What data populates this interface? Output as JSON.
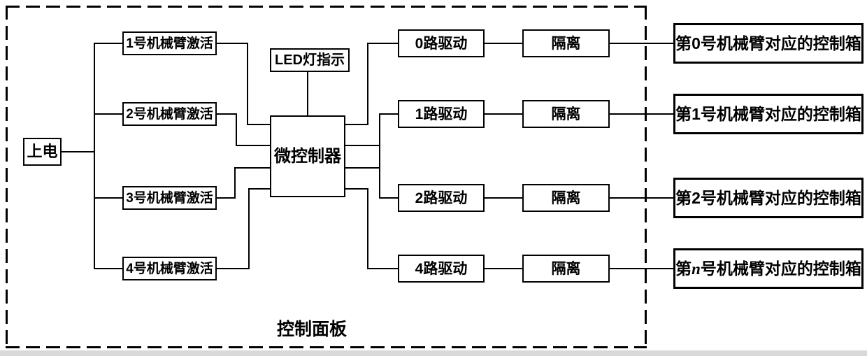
{
  "diagram": {
    "panel_label": "控制面板",
    "power": {
      "label": "上电"
    },
    "activations": [
      {
        "label": "1号机械臂激活"
      },
      {
        "label": "2号机械臂激活"
      },
      {
        "label": "3号机械臂激活"
      },
      {
        "label": "4号机械臂激活"
      }
    ],
    "led_indicator": {
      "label": "LED灯指示"
    },
    "microcontroller": {
      "label": "微控制器"
    },
    "drivers": [
      {
        "label": "0路驱动"
      },
      {
        "label": "1路驱动"
      },
      {
        "label": "2路驱动"
      },
      {
        "label": "4路驱动"
      }
    ],
    "isolations": [
      {
        "label": "隔离"
      },
      {
        "label": "隔离"
      },
      {
        "label": "隔离"
      },
      {
        "label": "隔离"
      }
    ],
    "control_boxes": [
      {
        "prefix": "第",
        "num": "0",
        "suffix": "号机械臂对应的控制箱"
      },
      {
        "prefix": "第",
        "num": "1",
        "suffix": "号机械臂对应的控制箱"
      },
      {
        "prefix": "第",
        "num": "2",
        "suffix": "号机械臂对应的控制箱"
      },
      {
        "prefix": "第",
        "num": "n",
        "suffix": "号机械臂对应的控制箱"
      }
    ],
    "colors": {
      "line": "#000000",
      "box_bg": "#ffffff",
      "text": "#000000",
      "page_bg": "#ffffff"
    }
  }
}
